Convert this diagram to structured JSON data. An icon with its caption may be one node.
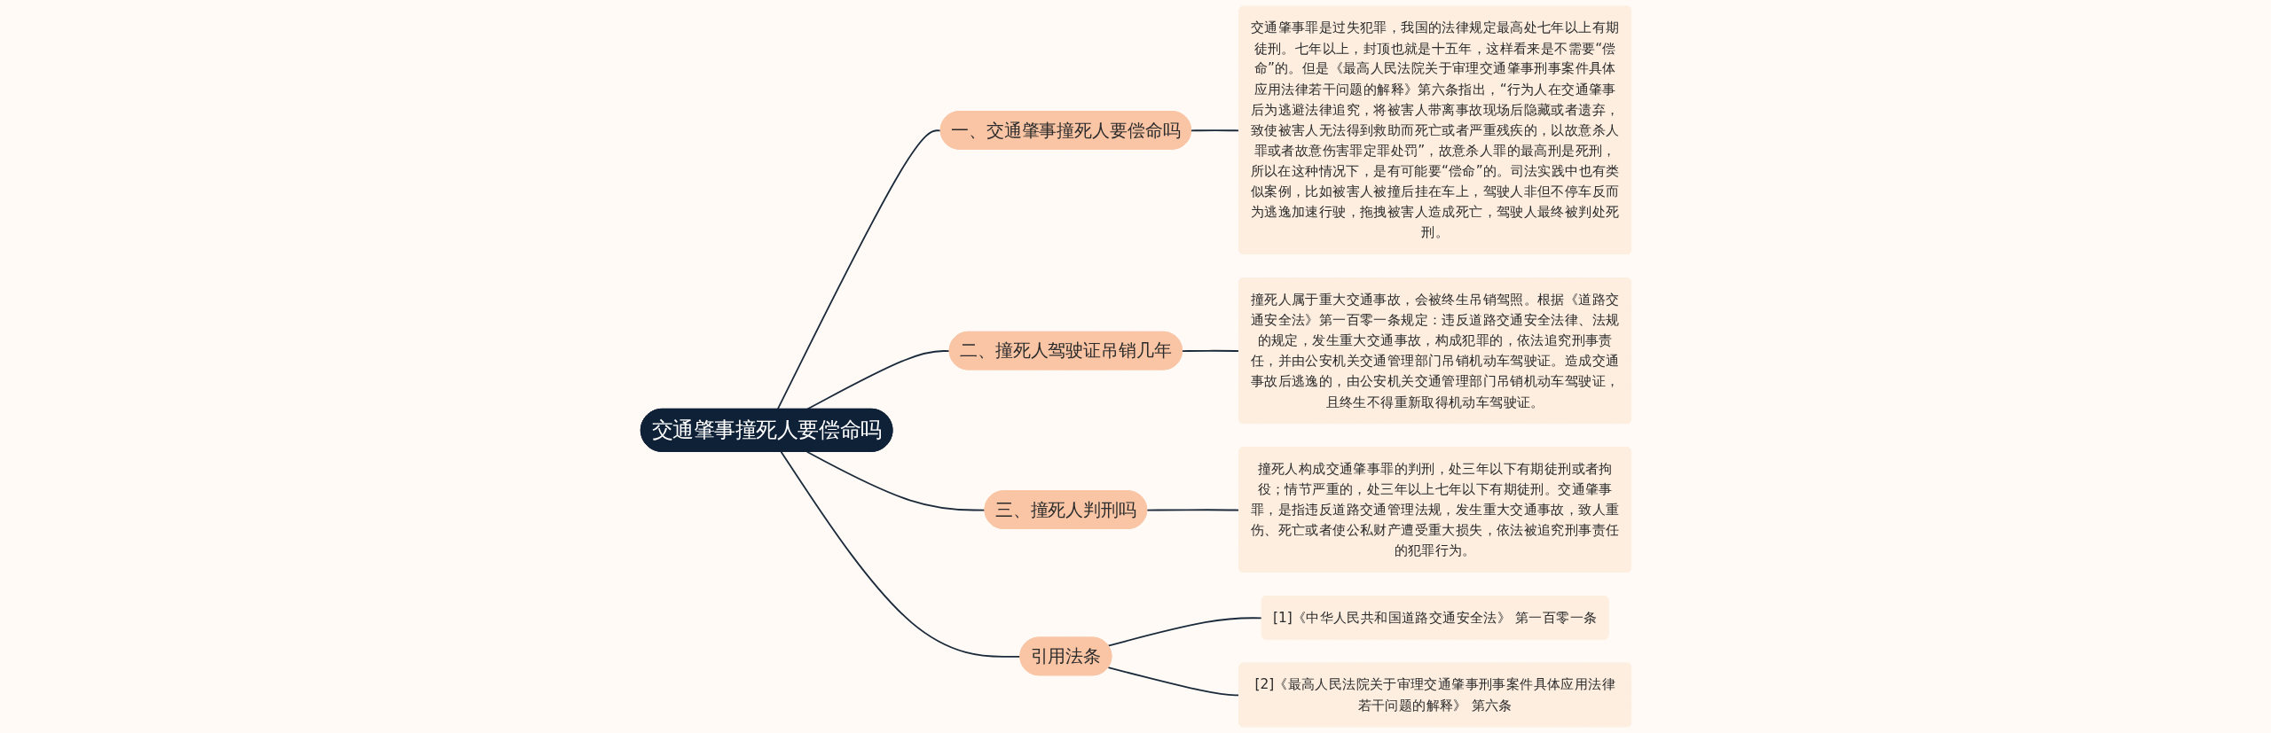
{
  "diagram": {
    "nodes": [
      {
        "text": [
          "交通肇事撞死人要偿命吗"
        ]
      },
      {
        "text": [
          "一、交通肇事撞死人要偿命吗"
        ]
      },
      {
        "text": [
          "交通肇事罪是过失犯罪，我国的法律规定最高处七年以上有期徒刑。七年以上，封顶也就是十五年，这样看来是不需要“偿命”的。但是《最高人民法院关于审理交通肇事刑事案件具体应用法律若干问题的解释》第六条指出，“行为人在交通肇事后为逃避法律追究，将被害人带离事故现场后隐藏或者遗弃，致使被害人无法得到救助而死亡或者严重残疾的，以故意杀人罪或者故意伤害罪定罪处罚”，故意杀人罪的最高刑是死刑，所以在这种情况下，是有可能要“偿命”的。司法实践中也有类似案例，比如被害人被撞后挂在车上，驾驶人非但不停车反而为逃逸加速行驶，拖拽被害人造成死亡，驾驶人最终被判处死刑。"
        ]
      },
      {
        "text": [
          "二、撞死人驾驶证吊销几年"
        ]
      },
      {
        "text": [
          "撞死人属于重大交通事故，会被终生吊销驾照。根据《道路交通安全法》第一百零一条规定：违反道路交通安全法律、法规的规定，发生重大交通事故，构成犯罪的，依法追究刑事责任，并由公安机关交通管理部门吊销机动车驾驶证。造成交通事故后逃逸的，由公安机关交通管理部门吊销机动车驾驶证，且终生不得重新取得机动车驾驶证。"
        ]
      },
      {
        "text": [
          "三、撞死人判刑吗"
        ]
      },
      {
        "text": [
          "撞死人构成交通肇事罪的判刑，处三年以下有期徒刑或者拘役；情节严重的，处三年以上七年以下有期徒刑。交通肇事罪，是指违反道路交通管理法规，发生重大交通事故，致人重伤、死亡或者使公私财产遭受重大损失，依法被追究刑事责任的犯罪行为。"
        ]
      },
      {
        "text": [
          "引用法条"
        ]
      },
      {
        "text": [
          "[1]《中华人民共和国道路交通安全法》 第一百零一条"
        ]
      },
      {
        "text": [
          "[2]《最高人民法院关于审理交通肇事刑事案件具体应用法律若干问题的解释》 第六条"
        ]
      }
    ],
    "edges": [
      {
        "from": 0,
        "to": 1,
        "arrow": "none"
      },
      {
        "from": 1,
        "to": 2,
        "arrow": "none"
      },
      {
        "from": 0,
        "to": 3,
        "arrow": "none"
      },
      {
        "from": 3,
        "to": 4,
        "arrow": "none"
      },
      {
        "from": 0,
        "to": 5,
        "arrow": "none"
      },
      {
        "from": 5,
        "to": 6,
        "arrow": "none"
      },
      {
        "from": 0,
        "to": 7,
        "arrow": "none"
      },
      {
        "from": 7,
        "to": 8,
        "arrow": "none"
      },
      {
        "from": 7,
        "to": 9,
        "arrow": "none"
      }
    ]
  }
}
